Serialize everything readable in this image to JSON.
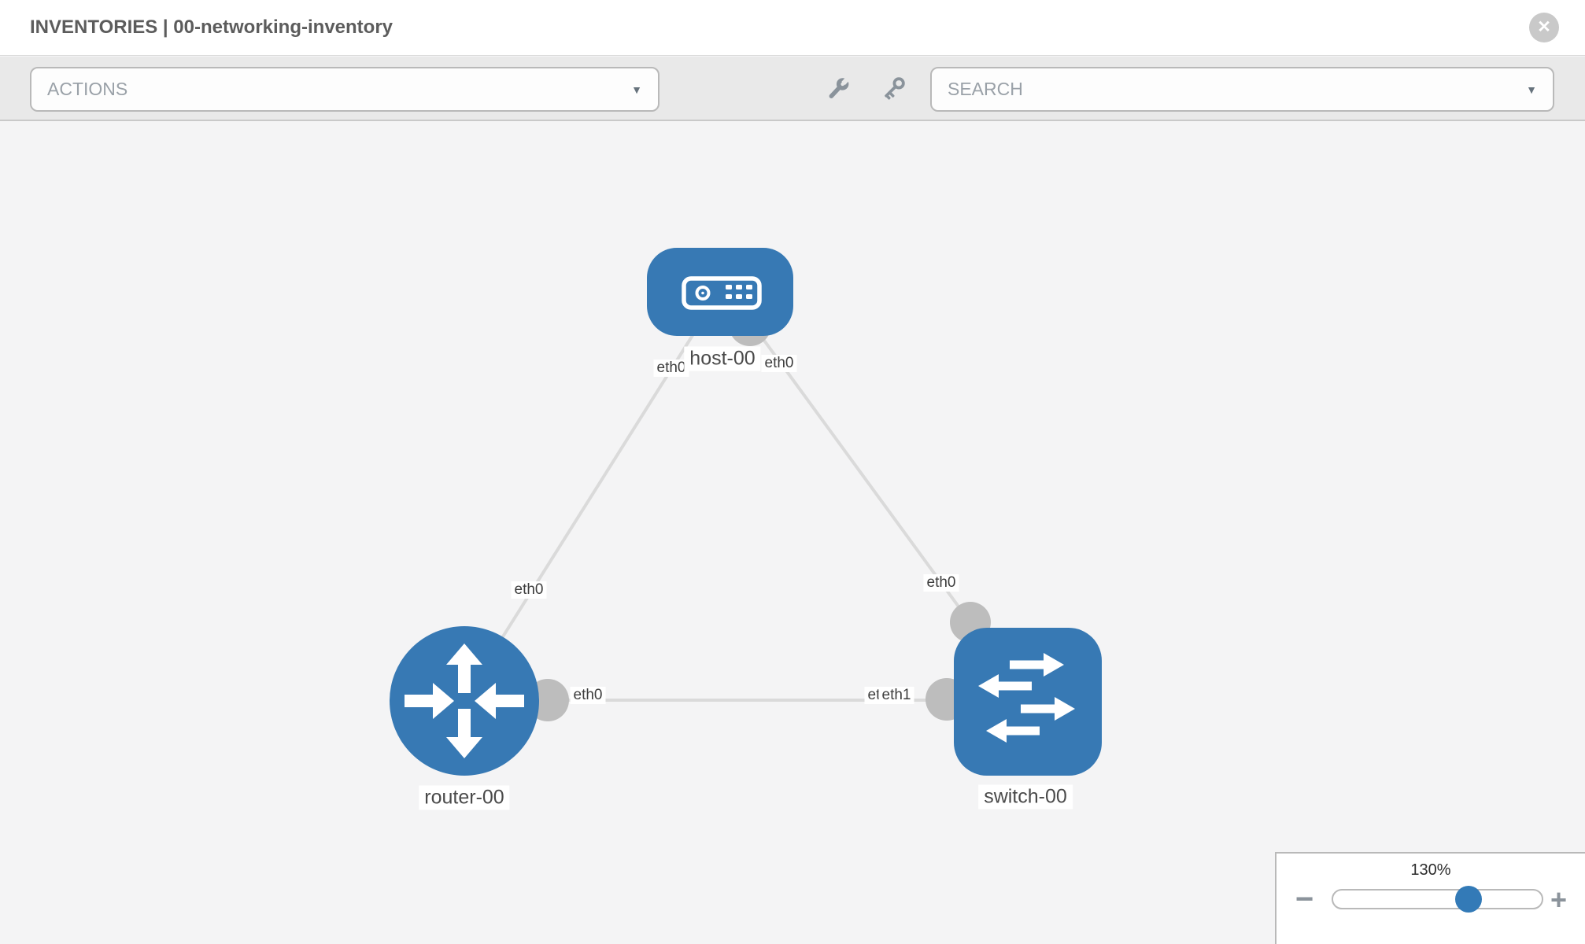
{
  "header": {
    "title": "INVENTORIES | 00-networking-inventory"
  },
  "toolbar": {
    "actions_label": "ACTIONS",
    "search_label": "SEARCH"
  },
  "icons": {
    "close": "✕",
    "chevron_down": "▼",
    "minus": "−",
    "plus": "+"
  },
  "topology": {
    "node_labels": {
      "host": "host-00",
      "router": "router-00",
      "switch": "switch-00"
    },
    "interface_labels": {
      "host_to_router_host_end": "eth0",
      "host_to_switch_host_end": "eth0",
      "host_to_router_router_end": "eth0",
      "host_to_switch_switch_end": "eth0",
      "router_to_switch_router_end": "eth0",
      "router_to_switch_switch_end_hidden": "eth0",
      "router_to_switch_switch_end": "eth1"
    },
    "links": [
      {
        "from": "host-00",
        "from_if": "eth0",
        "to": "router-00",
        "to_if": "eth0"
      },
      {
        "from": "host-00",
        "from_if": "eth0",
        "to": "switch-00",
        "to_if": "eth0"
      },
      {
        "from": "router-00",
        "from_if": "eth0",
        "to": "switch-00",
        "to_if": "eth1"
      }
    ]
  },
  "zoom": {
    "level": "130%"
  },
  "colors": {
    "node_blue": "#3779b4",
    "slider_handle_blue": "#337ab7",
    "link_gray": "#dadada",
    "connector_gray": "#bdbdbd",
    "toolbar_gray": "#e9e9e9",
    "canvas_gray": "#f4f4f5"
  }
}
